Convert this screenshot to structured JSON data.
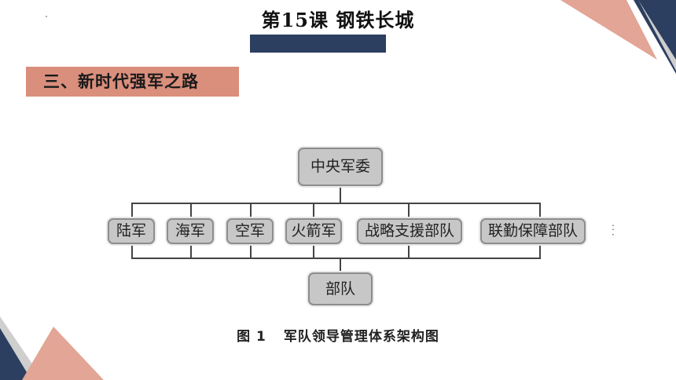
{
  "slide": {
    "title": "第15课  钢铁长城",
    "section_heading": "三、新时代强军之路"
  },
  "diagram": {
    "root": "中央军委",
    "branches": [
      "陆军",
      "海军",
      "空军",
      "火箭军",
      "战略支援部队",
      "联勤保障部队"
    ],
    "bottom": "部队",
    "caption_number": "图 1",
    "caption_text": "军队领导管理体系架构图"
  },
  "colors": {
    "navy": "#2c3f60",
    "salmon": "#da8e7c",
    "node_fill": "#c7c7c7",
    "line": "#444444"
  }
}
